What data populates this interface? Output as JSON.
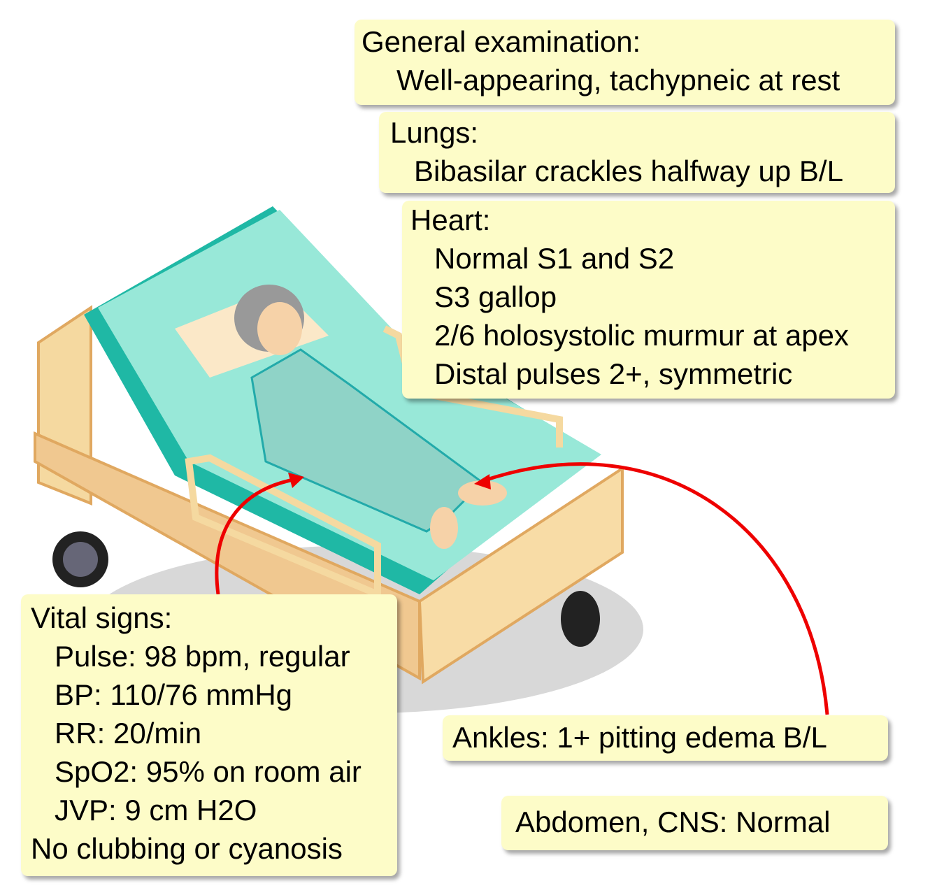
{
  "general": {
    "title": "General examination:",
    "items": [
      "Well-appearing, tachypneic at rest"
    ]
  },
  "lungs": {
    "title": "Lungs:",
    "items": [
      "Bibasilar crackles halfway up B/L"
    ]
  },
  "heart": {
    "title": "Heart:",
    "items": [
      "Normal S1 and S2",
      "S3 gallop",
      "2/6 holosystolic murmur at apex",
      "Distal pulses 2+, symmetric"
    ]
  },
  "vitals": {
    "title": "Vital signs:",
    "items": [
      "Pulse: 98 bpm, regular",
      "BP: 110/76 mmHg",
      "RR: 20/min",
      "SpO2: 95% on room air",
      "JVP: 9 cm H2O"
    ],
    "footer": "No clubbing or cyanosis"
  },
  "ankles": {
    "text": "Ankles: 1+ pitting edema B/L"
  },
  "abdomen": {
    "text": "Abdomen, CNS: Normal"
  },
  "colors": {
    "box": "#fdfcc8",
    "arrow": "#ee0000",
    "sheet": "#98e8d8",
    "mattress": "#1fb8a5",
    "bed": "#f5d9a0"
  }
}
